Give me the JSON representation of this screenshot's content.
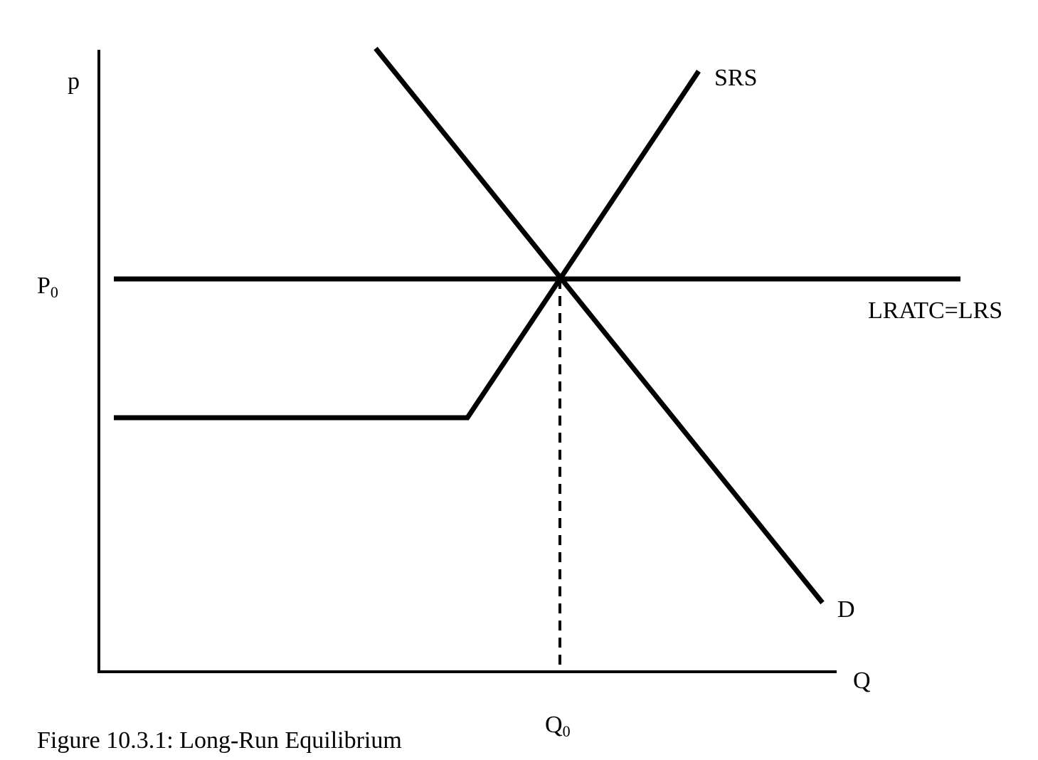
{
  "diagram": {
    "y_axis_label": "p",
    "x_axis_label": "Q",
    "price_level_label_main": "P",
    "price_level_label_sub": "0",
    "quantity_label_main": "Q",
    "quantity_label_sub": "0",
    "srs_label": "SRS",
    "lrs_label": "LRATC=LRS",
    "demand_label": "D",
    "caption": "Figure 10.3.1: Long-Run Equilibrium",
    "line_color": "#000000"
  }
}
